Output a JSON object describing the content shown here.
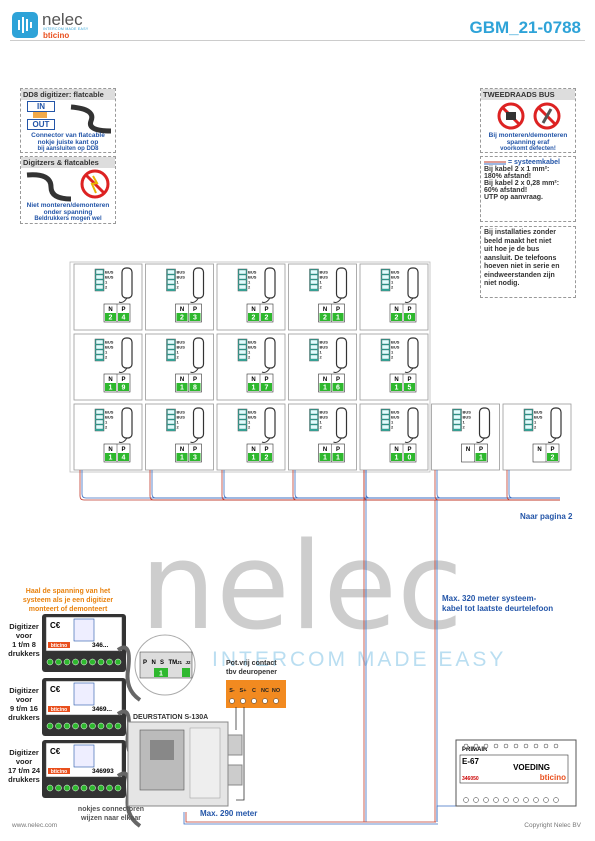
{
  "header": {
    "brand": "nelec",
    "brand_tagline": "INTERCOM MADE EASY",
    "sub_brand": "bticino",
    "doc_code": "GBM_21-0788"
  },
  "notes": {
    "dd8": {
      "title": "DD8 digitizer: flatcable",
      "in_label": "IN",
      "out_label": "OUT",
      "text": [
        "Connector van flatcable",
        "nokje juiste kant op",
        "bij aansluiten op DD8"
      ]
    },
    "flatcables": {
      "title": "Digitzers & flatcables",
      "text": [
        "Niet monteren/demonteren",
        "onder spanning",
        "Beldrukkers mogen wel"
      ]
    },
    "bus": {
      "title": "TWEEDRAADS BUS",
      "text": [
        "Bij monteren/demonteren",
        "spanning eraf",
        "voorkomt defecten!"
      ]
    },
    "cable": {
      "legend": "= systeemkabel",
      "lines": [
        "Bij kabel 2 x 1 mm²:",
        "180% afstand!",
        "Bij kabel 2 x 0,28 mm²:",
        "60% afstand!",
        "UTP op aanvraag."
      ]
    },
    "install": {
      "lines": [
        "Bij installaties zonder",
        "beeld maakt het niet",
        "uit hoe je de bus",
        "aansluit. De telefoons",
        "hoeven niet in serie en",
        "eindweerstanden zijn",
        "niet nodig."
      ]
    }
  },
  "phones": {
    "terminal_labels": [
      "BUS",
      "BUS",
      "1",
      "2"
    ],
    "np_labels": [
      "N",
      "P"
    ],
    "row1": [
      [
        "2",
        "4"
      ],
      [
        "2",
        "3"
      ],
      [
        "2",
        "2"
      ],
      [
        "2",
        "1"
      ],
      [
        "2",
        "0"
      ]
    ],
    "row2": [
      [
        "1",
        "9"
      ],
      [
        "1",
        "8"
      ],
      [
        "1",
        "7"
      ],
      [
        "1",
        "6"
      ],
      [
        "1",
        "5"
      ]
    ],
    "row3": [
      [
        "1",
        "4"
      ],
      [
        "1",
        "3"
      ],
      [
        "1",
        "2"
      ],
      [
        "1",
        "1"
      ],
      [
        "1",
        "0"
      ],
      [
        "",
        "1"
      ],
      [
        "",
        "2"
      ]
    ]
  },
  "annotations": {
    "naar_pagina": "Naar pagina 2",
    "max_320": [
      "Max. 320 meter systeem-",
      "kabel tot laatste deurtelefoon"
    ],
    "max_290": "Max. 290 meter",
    "haal": [
      "Haal de spanning van het",
      "systeem als je een digitizer",
      "monteert of demonteert"
    ],
    "nokjes": [
      "nokjes connectoren",
      "wijzen naar elkaar"
    ],
    "potvrij": [
      "Pot.vrij contact",
      "tbv deuropener"
    ],
    "deurstation": "DEURSTATION S-130A",
    "relay_terminals": [
      "S-",
      "S+",
      "C",
      "NC",
      "NO"
    ],
    "pnstm": [
      "P",
      "N",
      "S",
      "TM",
      "J1",
      "J2"
    ]
  },
  "digitizers": [
    {
      "label": [
        "Digitizer",
        "voor",
        "1 t/m 8",
        "drukkers"
      ],
      "code": "346..."
    },
    {
      "label": [
        "Digitizer",
        "voor",
        "9 t/m 16",
        "drukkers"
      ],
      "code": "3469..."
    },
    {
      "label": [
        "Digitizer",
        "voor",
        "17 t/m 24",
        "drukkers"
      ],
      "code": "346993"
    }
  ],
  "power": {
    "brand": "PRIMAIR",
    "model": "E-67",
    "title": "VOEDING",
    "code": "346050",
    "maker": "bticino"
  },
  "footer": {
    "left": "www.nelec.com",
    "right": "Copyright Nelec BV"
  },
  "watermark": {
    "big": "nelec",
    "small": "INTERCOM MADE EASY"
  },
  "colors": {
    "accent": "#2ea3d8",
    "bus_red": "#c0392b",
    "bus_blue": "#3b6fc4",
    "relay_orange": "#f28a20",
    "wm_gray": "#bdbdbd",
    "green_label": "#2eb82e"
  }
}
